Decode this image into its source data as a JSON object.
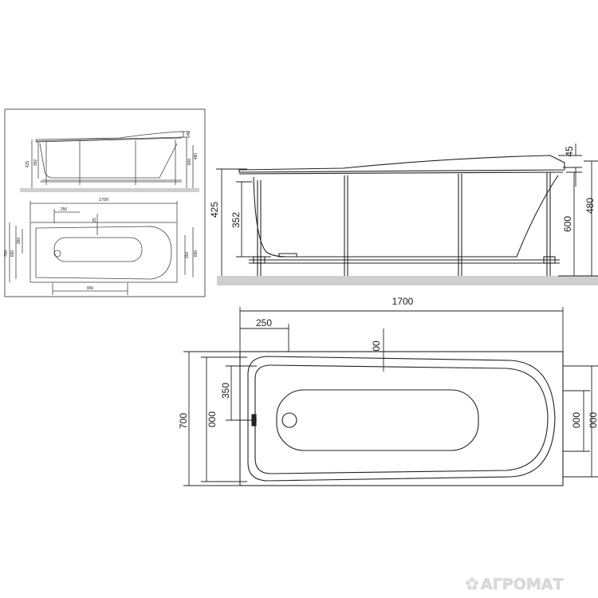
{
  "thumbnail": {
    "side": {
      "height_total": "425",
      "inner_depth": "352",
      "rim_height": "45",
      "height_a": "600",
      "height_b": "480"
    },
    "top": {
      "length": "1700",
      "offset_left": "250",
      "drain_offset": "25",
      "width": "700",
      "inner_a": "650",
      "inner_b": "350",
      "right_a": "350",
      "right_b": "650",
      "bottom": "950"
    }
  },
  "side_view": {
    "rim_height": "45",
    "height_total": "425",
    "inner_depth": "352",
    "height_a": "600",
    "height_b": "480"
  },
  "top_view": {
    "length": "1700",
    "offset_left": "250",
    "center_mark": "00",
    "width": "700",
    "inner_a": "000",
    "inner_b": "350",
    "right_a": "000",
    "right_b": "000"
  },
  "watermark": {
    "text": "АГРОМАТ",
    "icon": "flower-logo-icon"
  },
  "colors": {
    "line": "#222222",
    "floor": "#cfcfcf",
    "watermark": "#d9d9d9"
  }
}
